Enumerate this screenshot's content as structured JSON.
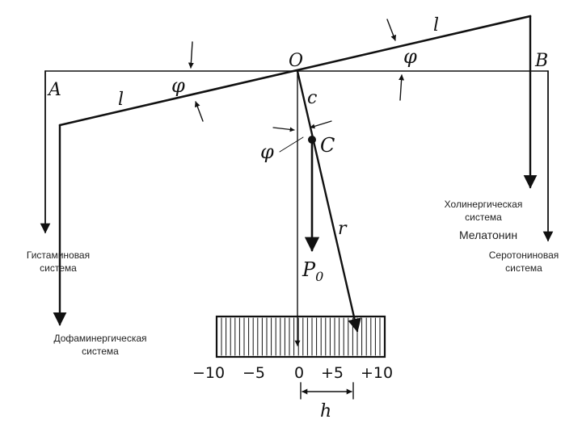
{
  "labels": {
    "point_o": "O",
    "point_a": "A",
    "point_b": "B",
    "point_c": "C",
    "len_l_left": "l",
    "len_l_right": "l",
    "len_c": "c",
    "len_r": "r",
    "angle_phi_left": "φ",
    "angle_phi_right": "φ",
    "angle_phi_center": "φ",
    "force": "P",
    "force_sub": "0",
    "offset_h": "h"
  },
  "systems": {
    "histamine_1": "Гистаминовая",
    "histamine_2": "система",
    "dopamine_1": "Дофаминергическая",
    "dopamine_2": "система",
    "cholinergic_1": "Холинергическая",
    "cholinergic_2": "система",
    "melatonin": "Мелатонин",
    "serotonin_1": "Серотониновая",
    "serotonin_2": "система"
  },
  "scale": {
    "ticks": [
      "−10",
      "−5",
      "0",
      "+5",
      "+10"
    ]
  },
  "colors": {
    "ink": "#111111",
    "text": "#222222",
    "background": "#ffffff"
  }
}
